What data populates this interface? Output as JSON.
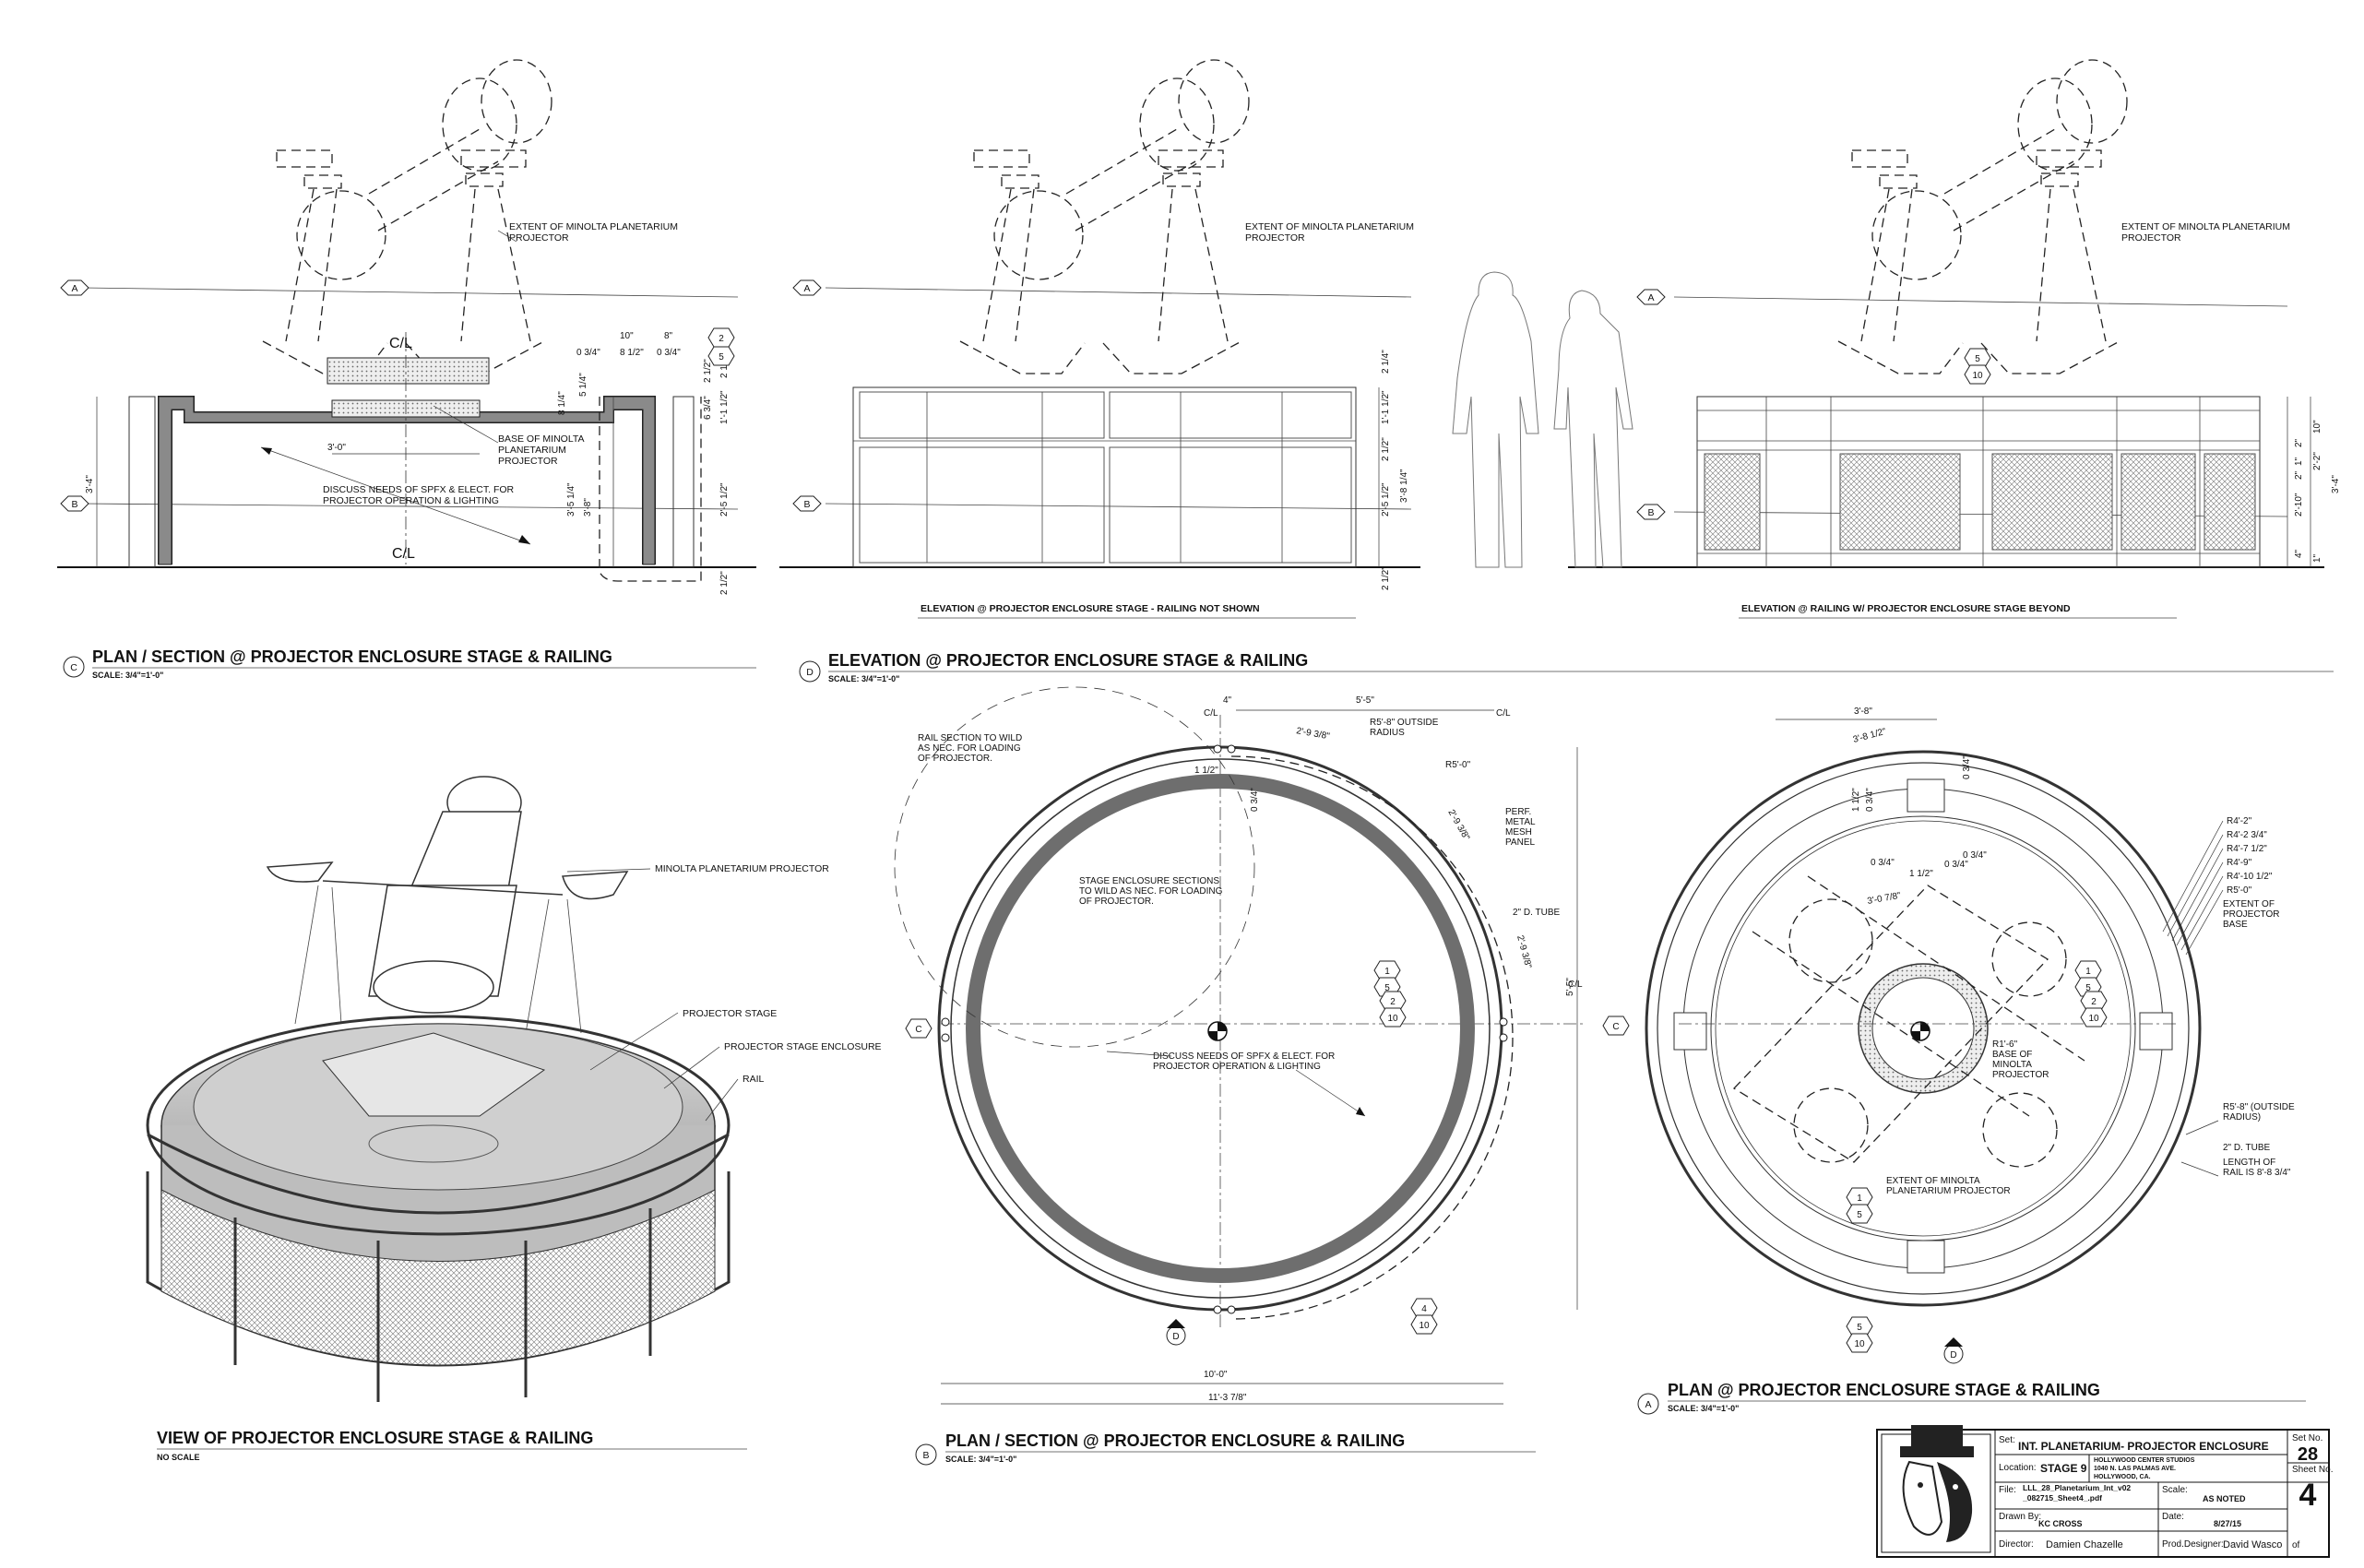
{
  "views": {
    "c_plan_section": {
      "marker": "C",
      "title": "PLAN / SECTION @ PROJECTOR ENCLOSURE STAGE & RAILING",
      "scale": "SCALE: 3/4\"=1'-0\"",
      "notes": {
        "extent": "EXTENT OF MINOLTA PLANETARIUM PROJECTOR",
        "base": "BASE OF MINOLTA PLANETARIUM PROJECTOR",
        "discuss": "DISCUSS NEEDS OF SPFX & ELECT. FOR PROJECTOR OPERATION & LIGHTING"
      },
      "cl_top": "C/L",
      "cl_bottom": "C/L",
      "dims": [
        "10\"",
        "8\"",
        "0 3/4\"",
        "8 1/2\"",
        "0 3/4\"",
        "3'-0\"",
        "3'-4\"",
        "3'-5 1/4\"",
        "3'-8\"",
        "2'-5 1/2\"",
        "2 1/2\"",
        "2 1/4\"",
        "1'-1 1/2\"",
        "8 1/4\"",
        "5 1/4\"",
        "2 1/2\"",
        "6 3/4\""
      ],
      "detail_ref": {
        "num": "2",
        "sheet": "5"
      }
    },
    "d_elevation": {
      "marker": "D",
      "title": "ELEVATION @ PROJECTOR ENCLOSURE STAGE & RAILING",
      "scale": "SCALE: 3/4\"=1'-0\"",
      "sub1": "ELEVATION @ PROJECTOR ENCLOSURE STAGE - RAILING NOT SHOWN",
      "sub2": "ELEVATION @ RAILING W/ PROJECTOR  ENCLOSURE STAGE BEYOND",
      "note_extent": "EXTENT OF MINOLTA PLANETARIUM PROJECTOR",
      "dims_left": [
        "2 1/4\"",
        "1'-1 1/2\"",
        "2 1/2\"",
        "3'-8 1/4\"",
        "2'-5 1/2\"",
        "2 1/2\""
      ],
      "dims_right": [
        "10\"",
        "2\"",
        "2'-2\"",
        "3'-4\"",
        "1\"",
        "2\"",
        "2'-10\"",
        "4\"",
        "1\""
      ],
      "detail_ref": {
        "num": "5",
        "sheet": "10"
      }
    },
    "view_3d": {
      "title": "VIEW OF PROJECTOR ENCLOSURE STAGE & RAILING",
      "scale": "NO SCALE",
      "labels": {
        "projector": "MINOLTA PLANETARIUM PROJECTOR",
        "stage": "PROJECTOR STAGE",
        "enclosure": "PROJECTOR STAGE ENCLOSURE",
        "rail": "RAIL"
      }
    },
    "b_plan_section": {
      "marker": "B",
      "title": "PLAN / SECTION @ PROJECTOR ENCLOSURE  & RAILING",
      "scale": "SCALE: 3/4\"=1'-0\"",
      "notes": {
        "rail_section": "RAIL SECTION TO WILD AS NEC. FOR LOADING OF PROJECTOR.",
        "stage_sections": "STAGE ENCLOSURE SECTIONS TO WILD AS NEC. FOR LOADING OF PROJECTOR.",
        "discuss": "DISCUSS NEEDS OF SPFX & ELECT. FOR PROJECTOR OPERATION & LIGHTING",
        "outside_radius": "R5'-8\" OUTSIDE RADIUS",
        "r5": "R5'-0\"",
        "perf": "PERF. METAL MESH PANEL",
        "tube": "2\" D. TUBE"
      },
      "dims": [
        "4\"",
        "5'-5\"",
        "2'-9 3/8\"",
        "2'-9 3/8\"",
        "2'-9 3/8\"",
        "1 1/2\"",
        "0 3/4\"",
        "5'-5\"",
        "10'-0\"",
        "11'-3 7/8\""
      ],
      "cl": "C/L",
      "refs": [
        {
          "num": "1",
          "sheet": "5"
        },
        {
          "num": "2",
          "sheet": "10"
        },
        {
          "num": "4",
          "sheet": "10"
        }
      ],
      "section_marks": [
        "C",
        "D"
      ]
    },
    "a_plan": {
      "marker": "A",
      "title": "PLAN @ PROJECTOR ENCLOSURE STAGE & RAILING",
      "scale": "SCALE: 3/4\"=1'-0\"",
      "dims": [
        "3'-8\"",
        "3'-8 1/2\"",
        "1 1/2\"",
        "0 3/4\"",
        "0 3/4\"",
        "0 3/4\"",
        "1 1/2\"",
        "0 3/4\"",
        "0 3/4\"",
        "3'-0 7/8\""
      ],
      "radii": [
        "R4'-2\"",
        "R4'-2 3/4\"",
        "R4'-7 1/2\"",
        "R4'-9\"",
        "R4'-10 1/2\"",
        "R5'-0\""
      ],
      "notes": {
        "extent_base": "EXTENT OF PROJECTOR BASE",
        "outside_radius": "R5'-8\" (OUTSIDE RADIUS)",
        "tube": "2\" D. TUBE",
        "rail_length": "LENGTH OF RAIL IS 8'-8 3/4\"",
        "r1": "R1'-6\"",
        "base": "BASE OF MINOLTA PROJECTOR",
        "extent": "EXTENT OF MINOLTA PLANETARIUM PROJECTOR"
      },
      "refs": [
        {
          "num": "1",
          "sheet": "5"
        },
        {
          "num": "2",
          "sheet": "10"
        },
        {
          "num": "1",
          "sheet": "5"
        },
        {
          "num": "5",
          "sheet": "10"
        }
      ]
    }
  },
  "level_markers": [
    "A",
    "B"
  ],
  "title_block": {
    "set_label": "Set:",
    "set_value": "INT. PLANETARIUM- PROJECTOR  ENCLOSURE",
    "set_no_label": "Set No.",
    "set_no": "28",
    "location_label": "Location:",
    "location_value": "STAGE 9",
    "studio_lines": [
      "HOLLYWOOD CENTER STUDIOS",
      "1040 N. LAS PALMAS AVE.",
      "HOLLYWOOD, CA."
    ],
    "sheet_no_label": "Sheet No.",
    "sheet_no": "4",
    "of_label": "of",
    "file_label": "File:",
    "file_value": "LLL_28_Planetarium_Int_v02 _082715_Sheet4_.pdf",
    "scale_label": "Scale:",
    "scale_value": "AS NOTED",
    "drawn_label": "Drawn By:",
    "drawn_value": "KC CROSS",
    "date_label": "Date:",
    "date_value": "8/27/15",
    "director_label": "Director:",
    "director_value": "Damien Chazelle",
    "designer_label": "Prod.Designer:",
    "designer_value": "David Wasco"
  }
}
